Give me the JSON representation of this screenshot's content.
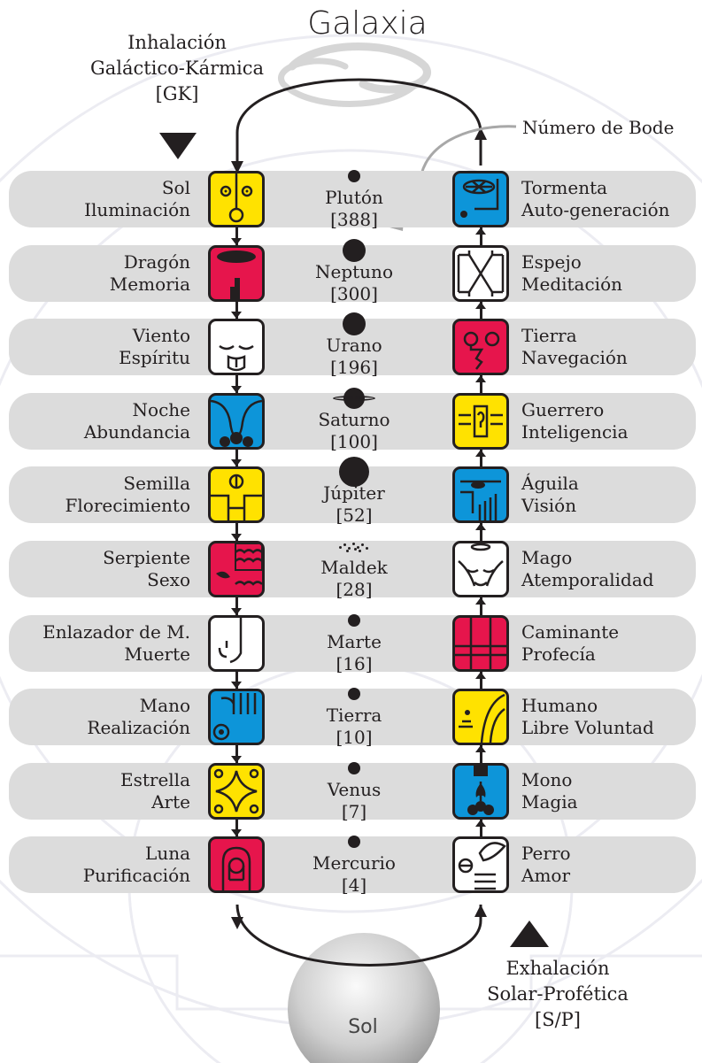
{
  "title": "Galaxia",
  "inhale": {
    "line1": "Inhalación",
    "line2": "Galáctico-Kármica",
    "line3": "[GK]"
  },
  "exhale": {
    "line1": "Exhalación",
    "line2": "Solar-Profética",
    "line3": "[S/P]"
  },
  "bode_label": "Número de Bode",
  "sun_label": "Sol",
  "colors": {
    "red": "#e6154c",
    "white": "#ffffff",
    "blue": "#0d95d9",
    "yellow": "#ffe200",
    "row": "#dcdcdc",
    "ink": "#231f20"
  },
  "rows": [
    {
      "left": {
        "name": "Sol",
        "power": "Iluminación",
        "color": "yellow",
        "icon": "sun-glyph-icon"
      },
      "planet": {
        "name": "Plutón",
        "bode": "[388]",
        "marker": "small-dot"
      },
      "right": {
        "name": "Tormenta",
        "power": "Auto-generación",
        "color": "blue",
        "icon": "storm-glyph-icon"
      }
    },
    {
      "left": {
        "name": "Dragón",
        "power": "Memoria",
        "color": "red",
        "icon": "dragon-glyph-icon"
      },
      "planet": {
        "name": "Neptuno",
        "bode": "[300]",
        "marker": "large-dot"
      },
      "right": {
        "name": "Espejo",
        "power": "Meditación",
        "color": "white",
        "icon": "mirror-glyph-icon"
      }
    },
    {
      "left": {
        "name": "Viento",
        "power": "Espíritu",
        "color": "white",
        "icon": "wind-glyph-icon"
      },
      "planet": {
        "name": "Urano",
        "bode": "[196]",
        "marker": "large-dot"
      },
      "right": {
        "name": "Tierra",
        "power": "Navegación",
        "color": "red",
        "icon": "earth-glyph-icon"
      }
    },
    {
      "left": {
        "name": "Noche",
        "power": "Abundancia",
        "color": "blue",
        "icon": "night-glyph-icon"
      },
      "planet": {
        "name": "Saturno",
        "bode": "[100]",
        "marker": "ringed-dot"
      },
      "right": {
        "name": "Guerrero",
        "power": "Inteligencia",
        "color": "yellow",
        "icon": "warrior-glyph-icon"
      }
    },
    {
      "left": {
        "name": "Semilla",
        "power": "Florecimiento",
        "color": "yellow",
        "icon": "seed-glyph-icon"
      },
      "planet": {
        "name": "Júpiter",
        "bode": "[52]",
        "marker": "huge-dot"
      },
      "right": {
        "name": "Águila",
        "power": "Visión",
        "color": "blue",
        "icon": "eagle-glyph-icon"
      }
    },
    {
      "left": {
        "name": "Serpiente",
        "power": "Sexo",
        "color": "red",
        "icon": "serpent-glyph-icon"
      },
      "planet": {
        "name": "Maldek",
        "bode": "[28]",
        "marker": "scattered-dots"
      },
      "right": {
        "name": "Mago",
        "power": "Atemporalidad",
        "color": "white",
        "icon": "wizard-glyph-icon"
      }
    },
    {
      "left": {
        "name": "Enlazador de M.",
        "power": "Muerte",
        "color": "white",
        "icon": "worldbridger-glyph-icon"
      },
      "planet": {
        "name": "Marte",
        "bode": "[16]",
        "marker": "small-dot"
      },
      "right": {
        "name": "Caminante",
        "power": "Profecía",
        "color": "red",
        "icon": "skywalker-glyph-icon"
      }
    },
    {
      "left": {
        "name": "Mano",
        "power": "Realización",
        "color": "blue",
        "icon": "hand-glyph-icon"
      },
      "planet": {
        "name": "Tierra",
        "bode": "[10]",
        "marker": "small-dot"
      },
      "right": {
        "name": "Humano",
        "power": "Libre Voluntad",
        "color": "yellow",
        "icon": "human-glyph-icon"
      }
    },
    {
      "left": {
        "name": "Estrella",
        "power": "Arte",
        "color": "yellow",
        "icon": "star-glyph-icon"
      },
      "planet": {
        "name": "Venus",
        "bode": "[7]",
        "marker": "small-dot"
      },
      "right": {
        "name": "Mono",
        "power": "Magia",
        "color": "blue",
        "icon": "monkey-glyph-icon"
      }
    },
    {
      "left": {
        "name": "Luna",
        "power": "Purificación",
        "color": "red",
        "icon": "moon-glyph-icon"
      },
      "planet": {
        "name": "Mercurio",
        "bode": "[4]",
        "marker": "small-dot"
      },
      "right": {
        "name": "Perro",
        "power": "Amor",
        "color": "white",
        "icon": "dog-glyph-icon"
      }
    }
  ]
}
